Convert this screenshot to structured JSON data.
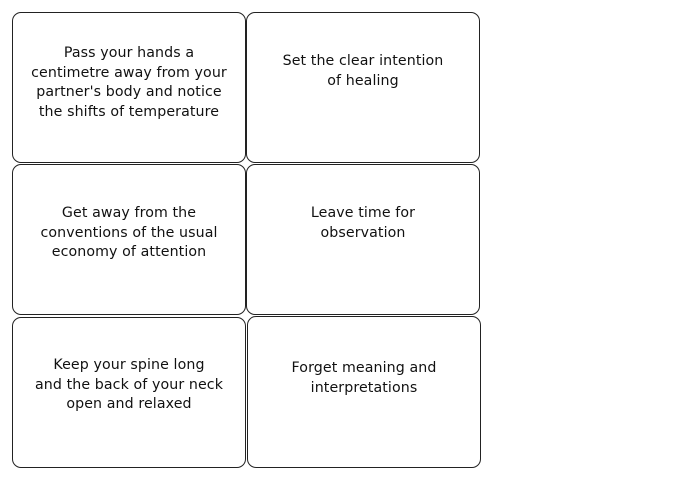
{
  "cards": [
    {
      "text": "Pass your hands a\ncentimetre away from your\npartner's body and notice\nthe shifts of temperature"
    },
    {
      "text": "Set the clear intention\nof healing"
    },
    {
      "text": "Get away from the\nconventions of the usual\neconomy of attention"
    },
    {
      "text": "Leave time for\nobservation"
    },
    {
      "text": "Keep your spine long\nand the back of your neck\nopen and relaxed"
    },
    {
      "text": "Forget meaning and\ninterpretations"
    }
  ]
}
